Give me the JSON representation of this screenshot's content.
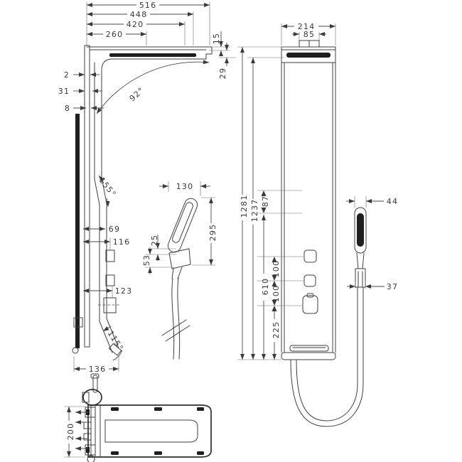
{
  "figure": {
    "background": "#ffffff",
    "line_color": "#3f3f3f",
    "dark_fill": "#1f1f1f"
  },
  "side_view": {
    "d516": "516",
    "d448": "448",
    "d420": "420",
    "d260": "260",
    "d2": "2",
    "d31": "31",
    "d8": "8",
    "a92": "92°",
    "a155": "155°",
    "d69": "69",
    "d116": "116",
    "d123": "123",
    "a115": "115°",
    "d136": "136",
    "d15": "15",
    "d29": "29"
  },
  "handshower_detail": {
    "d130": "130",
    "d295": "295",
    "d25": "25",
    "d53": "53"
  },
  "front_view": {
    "d214": "214",
    "d85": "85",
    "d1281": "1281",
    "d1237": "1237",
    "d87": "87",
    "d610": "610",
    "d100_upper": "100",
    "d100_lower": "100",
    "d225": "225"
  },
  "handshower_front": {
    "d44": "44",
    "d37": "37"
  },
  "plan_view": {
    "d200": "200"
  }
}
